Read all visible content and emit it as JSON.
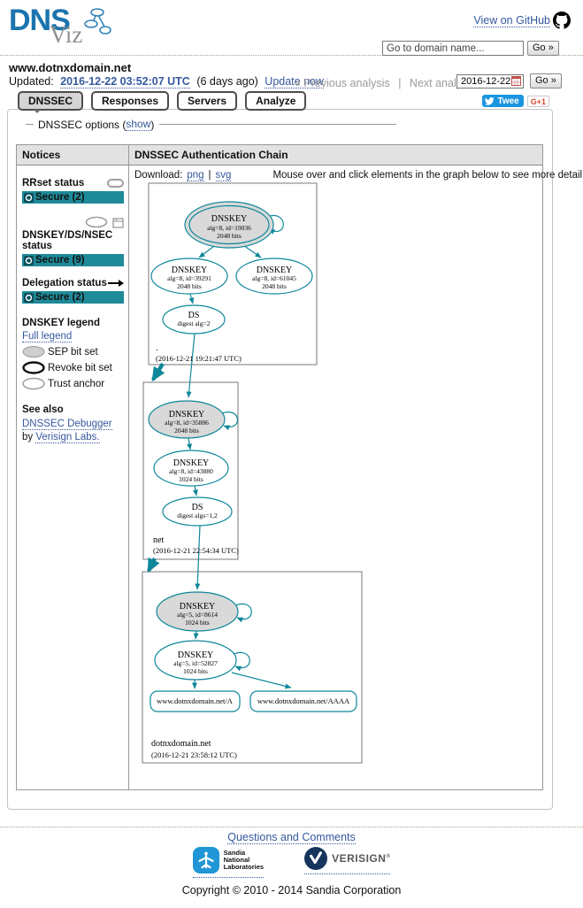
{
  "colors": {
    "secure_teal": "#1f8a99",
    "graph_teal": "#0e879a",
    "link_blue": "#35589e",
    "logo_blue": "#1b74ae",
    "tweet_blue": "#1b95e0"
  },
  "header": {
    "logo_dns": "DNS",
    "logo_viz": "Viz",
    "github_label": "View on GitHub",
    "search_placeholder": "Go to domain name...",
    "search_go": "Go »"
  },
  "domain_bar": {
    "domain": "www.dotnxdomain.net",
    "updated_label": "Updated:",
    "updated_time": "2016-12-22 03:52:07 UTC",
    "age": "(6 days ago)",
    "update_now": "Update now",
    "prev": "« Previous analysis",
    "divider": "|",
    "next": "Next analysis »",
    "date_value": "2016-12-22",
    "date_go": "Go »"
  },
  "tabs": {
    "dnssec": "DNSSEC",
    "responses": "Responses",
    "servers": "Servers",
    "analyze": "Analyze"
  },
  "social": {
    "tweet": "Twee",
    "gplus": "G+1"
  },
  "options": {
    "label": "DNSSEC options (",
    "show": "show",
    "close": ")"
  },
  "notices": {
    "title": "Notices",
    "rrset_title": "RRset status",
    "rrset_status": "Secure (2)",
    "dnskey_title": "DNSKEY/DS/NSEC status",
    "dnskey_status": "Secure (9)",
    "delegation_title": "Delegation status",
    "delegation_status": "Secure (2)",
    "legend_title": "DNSKEY legend",
    "full_legend": "Full legend",
    "legend_sep": "SEP bit set",
    "legend_revoke": "Revoke bit set",
    "legend_trust": "Trust anchor",
    "see_also_title": "See also",
    "see_also_link": "DNSSEC Debugger",
    "see_also_by": "by",
    "see_also_link2": "Verisign Labs."
  },
  "chain": {
    "title": "DNSSEC Authentication Chain",
    "download_label": "Download:",
    "png": "png",
    "pipe": "|",
    "svg": "svg",
    "hint": "Mouse over and click elements in the graph below to see more detail.",
    "zones": [
      {
        "name": ".",
        "timestamp": "(2016-12-21 19:21:47 UTC)",
        "ksk": {
          "l1": "DNSKEY",
          "l2": "alg=8, id=19036",
          "l3": "2048 bits"
        },
        "zsk1": {
          "l1": "DNSKEY",
          "l2": "alg=8, id=39291",
          "l3": "2048 bits"
        },
        "zsk2": {
          "l1": "DNSKEY",
          "l2": "alg=8, id=61045",
          "l3": "2048 bits"
        },
        "ds": {
          "l1": "DS",
          "l2": "digest alg=2"
        }
      },
      {
        "name": "net",
        "timestamp": "(2016-12-21 22:54:34 UTC)",
        "ksk": {
          "l1": "DNSKEY",
          "l2": "alg=8, id=35886",
          "l3": "2048 bits"
        },
        "zsk": {
          "l1": "DNSKEY",
          "l2": "alg=8, id=43880",
          "l3": "1024 bits"
        },
        "ds": {
          "l1": "DS",
          "l2": "digest algs=1,2"
        }
      },
      {
        "name": "dotnxdomain.net",
        "timestamp": "(2016-12-21 23:58:12 UTC)",
        "ksk": {
          "l1": "DNSKEY",
          "l2": "alg=5, id=8614",
          "l3": "1024 bits"
        },
        "zsk": {
          "l1": "DNSKEY",
          "l2": "alg=5, id=52827",
          "l3": "1024 bits"
        },
        "rr_a": "www.dotnxdomain.net/A",
        "rr_aaaa": "www.dotnxdomain.net/AAAA"
      }
    ]
  },
  "footer": {
    "questions": "Questions and Comments",
    "sandia_line1": "Sandia",
    "sandia_line2": "National",
    "sandia_line3": "Laboratories",
    "verisign": "VERISIGN",
    "verisign_mark": "®",
    "copyright": "Copyright © 2010 - 2014 Sandia Corporation"
  }
}
